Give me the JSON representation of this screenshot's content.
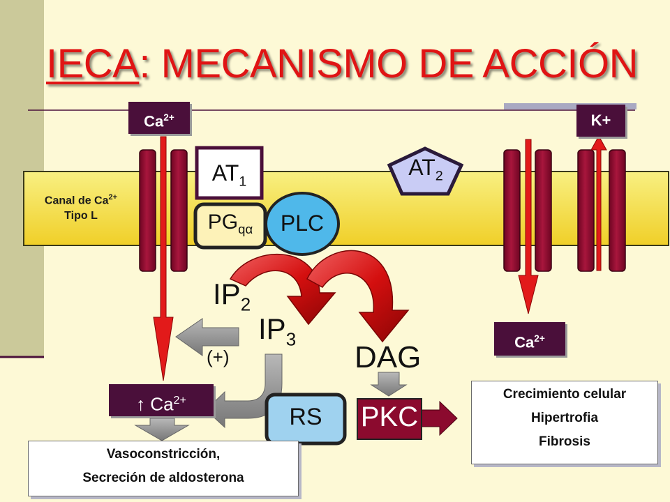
{
  "title": {
    "underlined": "IECA",
    "rest": ": MECANISMO DE ACCIÓN"
  },
  "ions": {
    "ca_top_left": {
      "base": "Ca",
      "sup": "2+"
    },
    "k_top_right": "K+",
    "ca_bottom_right": {
      "base": "Ca",
      "sup": "2+"
    },
    "ca_increase": {
      "arrow": "↑",
      "base": "Ca",
      "sup": "2+"
    }
  },
  "channel_label": {
    "line1": "Canal de Ca",
    "line1_sup": "2+",
    "line2": "Tipo L"
  },
  "receptors": {
    "at1": {
      "base": "AT",
      "sub": "1"
    },
    "at2": {
      "base": "AT",
      "sub": "2"
    },
    "pgq": {
      "base": "PG",
      "sub": "qα"
    },
    "plc": "PLC"
  },
  "messengers": {
    "ip2": {
      "base": "IP",
      "sub": "2"
    },
    "ip3": {
      "base": "IP",
      "sub": "3"
    },
    "dag": "DAG",
    "plus": "(+)",
    "rs": "RS",
    "pkc": "PKC"
  },
  "effects_left": {
    "line1": "Vasoconstricción,",
    "line2": "Secreción de aldosterona"
  },
  "effects_right": {
    "line1": "Crecimiento celular",
    "line2": "Hipertrofia",
    "line3": "Fibrosis"
  },
  "colors": {
    "background": "#fdf9d6",
    "title": "#e01414",
    "membrane_top": "#f7ee78",
    "membrane_bottom": "#f0d02a",
    "channel": "#8b0a2e",
    "ion_box": "#4a0f3a",
    "arrow_red": "#e21a1a",
    "plc": "#4fb8ea",
    "at2": "#c9ccf5",
    "pgq": "#fdf2b8",
    "rs": "#9fd2ef",
    "pkc": "#8b0a2e",
    "gray_arrow": "#8f8f8f",
    "left_bar": "#cbc99a"
  }
}
